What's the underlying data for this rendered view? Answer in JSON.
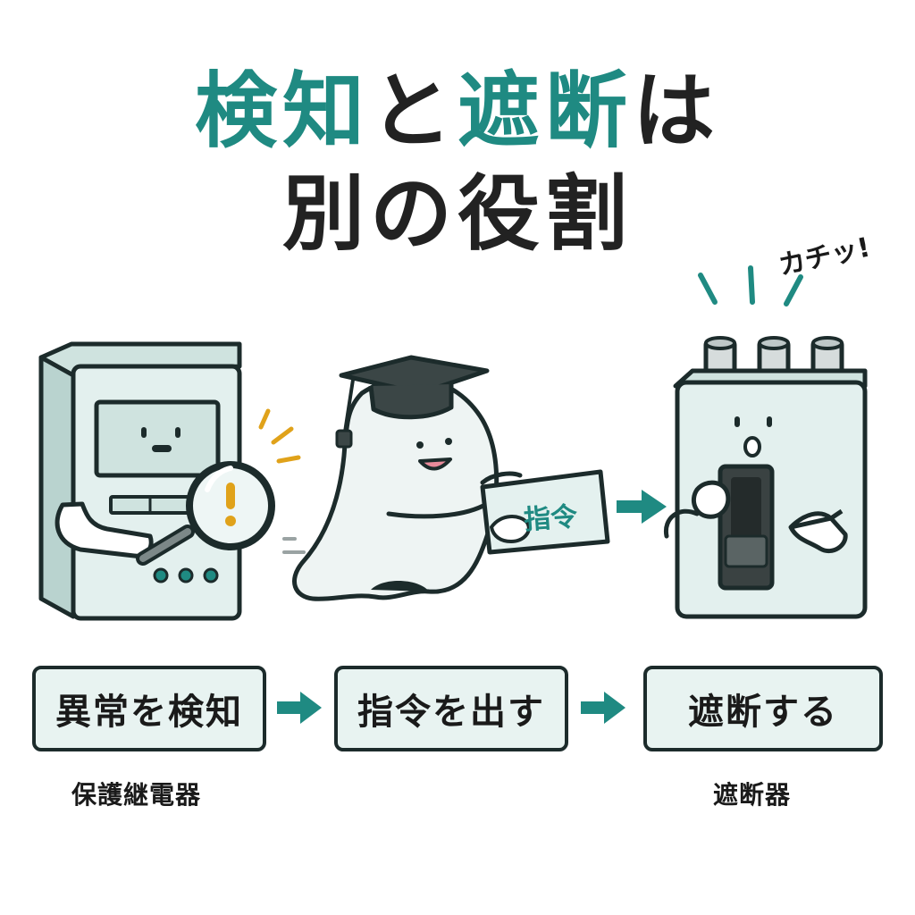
{
  "title": {
    "line1_highlight_a": "検知",
    "line1_connector": "と",
    "line1_highlight_b": "遮断",
    "line1_tail": "は",
    "line2": "別の役割"
  },
  "illustration": {
    "order_card": "指令",
    "sound_effect": "カチッ!"
  },
  "steps": [
    {
      "label": "異常を検知",
      "caption": "保護継電器"
    },
    {
      "label": "指令を出す",
      "caption": ""
    },
    {
      "label": "遮断する",
      "caption": "遮断器"
    }
  ],
  "colors": {
    "accent": "#1f8a82",
    "device_fill": "#e3f0ee",
    "outline": "#1c2b2b",
    "alert": "#e0a21a"
  }
}
